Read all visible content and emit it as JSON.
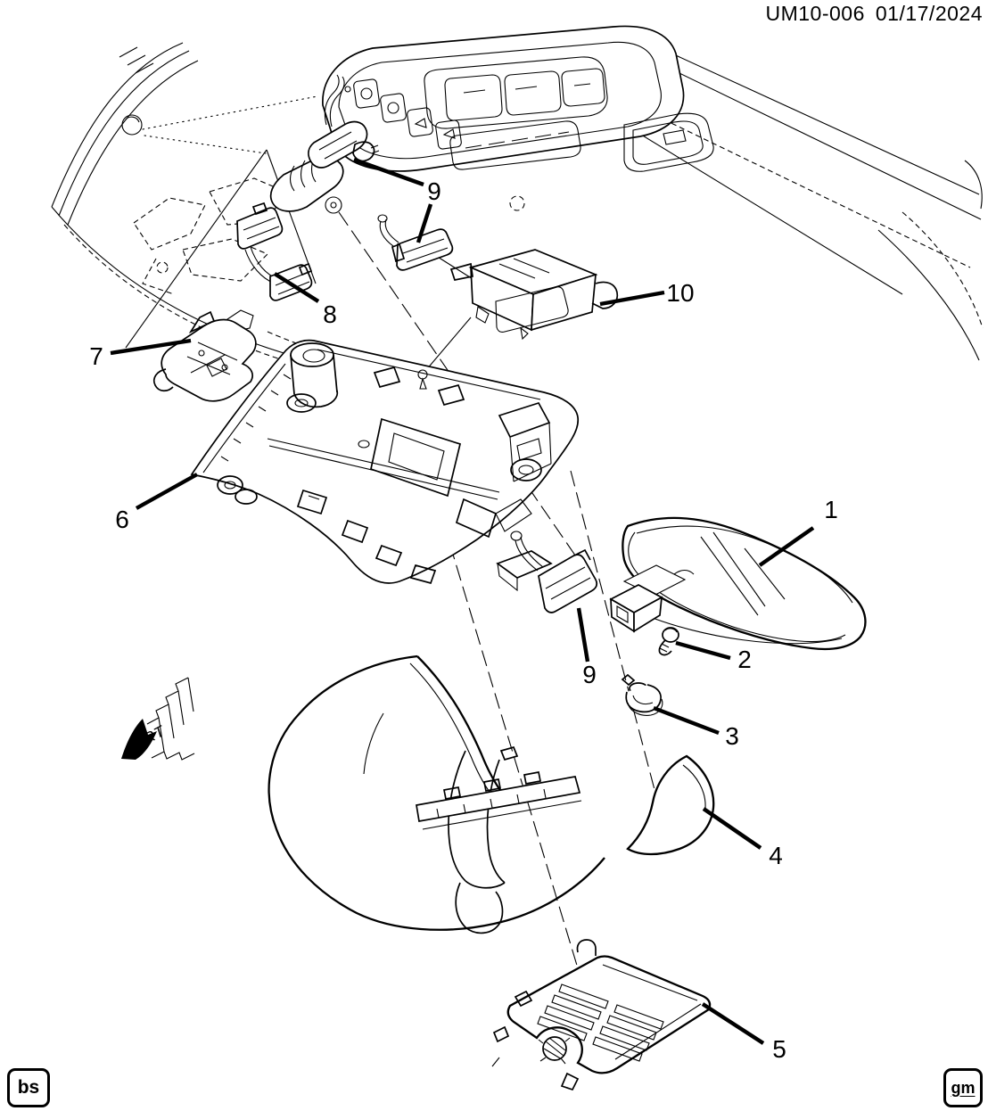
{
  "page": {
    "background": "#ffffff",
    "line_color": "#000000"
  },
  "header": {
    "doc_id": "UM10-006",
    "date": "01/17/2024"
  },
  "footer": {
    "left_badge": "bs",
    "right_badge": "gm"
  },
  "direction_indicator": {
    "label": "FRT"
  },
  "callouts": {
    "c1": "1",
    "c2": "2",
    "c3": "3",
    "c4": "4",
    "c5": "5",
    "c6": "6",
    "c7": "7",
    "c8": "8",
    "c9": "9",
    "c10": "10"
  }
}
